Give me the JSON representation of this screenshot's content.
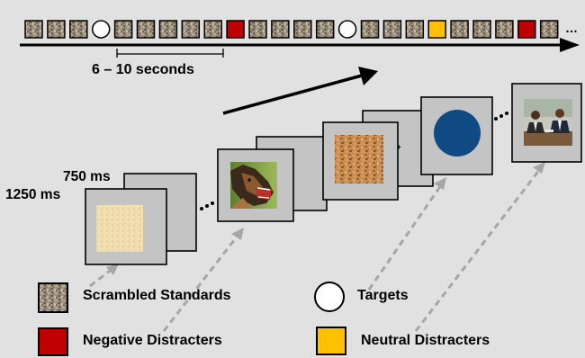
{
  "timeline": {
    "sequence": [
      "S",
      "S",
      "S",
      "T",
      "S",
      "S",
      "S",
      "S",
      "S",
      "N",
      "S",
      "S",
      "S",
      "S",
      "T",
      "S",
      "S",
      "S",
      "U",
      "S",
      "S",
      "S",
      "N",
      "S"
    ],
    "ellipsis": "…",
    "duration_label": "6 – 10 seconds"
  },
  "timing": {
    "fixation_label": "750 ms",
    "stimulus_label": "1250 ms"
  },
  "trials": [
    {
      "kind": "paper-texture"
    },
    {
      "kind": "snarling-dog"
    },
    {
      "kind": "scrambled"
    },
    {
      "kind": "target-circle"
    },
    {
      "kind": "meeting-photo"
    }
  ],
  "legend": {
    "scrambled": "Scrambled Standards",
    "targets": "Targets",
    "negative": "Negative Distracters",
    "neutral": "Neutral Distracters"
  },
  "colors": {
    "background": "#e1e1e1",
    "panel": "#c4c4c4",
    "negative": "#c00000",
    "neutral": "#ffc000",
    "target_fill": "#ffffff",
    "target_circle": "#0f4a82",
    "scrambled": "#9a8d7d",
    "arrow_dash": "#a6a6a6"
  }
}
